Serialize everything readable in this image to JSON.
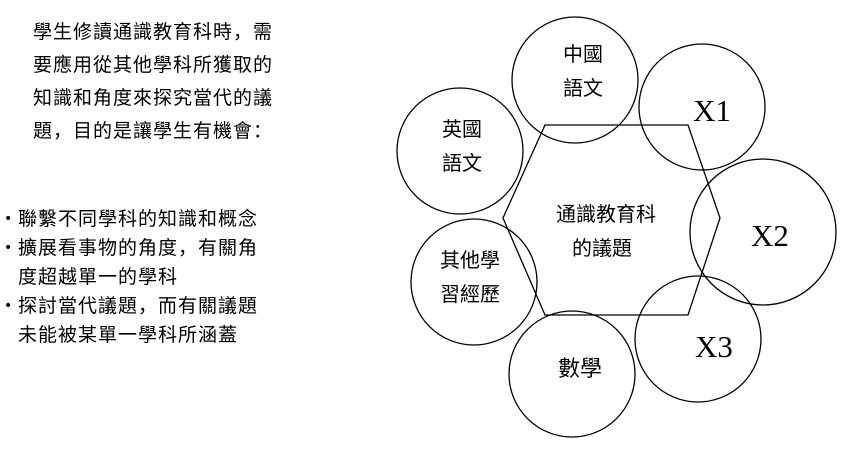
{
  "intro": {
    "lines": [
      "學生修讀通識教育科時，需",
      "要應用從其他學科所獲取的",
      "知識和角度來探究當代的議",
      "題，目的是讓學生有機會："
    ]
  },
  "bullets": [
    {
      "lines": [
        "聯繫不同學科的知識和概念"
      ]
    },
    {
      "lines": [
        "擴展看事物的角度，有關角",
        "度超越單一的學科"
      ]
    },
    {
      "lines": [
        "探討當代議題，而有關議題",
        "未能被某單一學科所涵蓋"
      ]
    }
  ],
  "bullet_symbol": "•",
  "diagram": {
    "center": {
      "lines": [
        "通識教育科",
        "的議題"
      ]
    },
    "circles": {
      "chinese": [
        "中國",
        "語文"
      ],
      "x1": [
        "X1"
      ],
      "english": [
        "英國",
        "語文"
      ],
      "x2": [
        "X2"
      ],
      "other": [
        "其他學",
        "習經歷"
      ],
      "x3": [
        "X3"
      ],
      "math": [
        "數學"
      ]
    }
  }
}
